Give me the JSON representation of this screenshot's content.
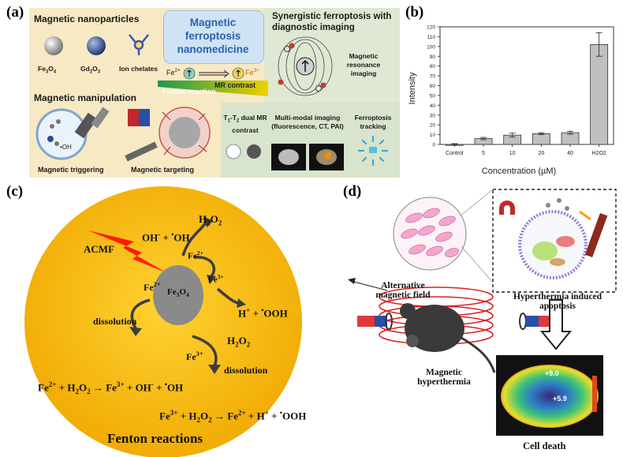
{
  "panel_a": {
    "label": "(a)",
    "nanoparticles_title": "Magnetic nanoparticles",
    "np_items": [
      "Fe3O4",
      "Gd2O3",
      "Ion chelates"
    ],
    "center_title": "Magnetic ferroptosis nanomedicine",
    "synergy_title": "Synergistic ferroptosis with diagnostic imaging",
    "mri_label": "Magnetic resonance imaging",
    "fe2": "Fe2+",
    "fe3": "Fe3+",
    "fenton_label": "Fenton reaction",
    "mr_contrast": "MR contrast",
    "manipulation_title": "Magnetic manipulation",
    "oh_label": "•OH",
    "triggering": "Magnetic triggering",
    "targeting": "Magnetic targeting",
    "t1t2": "T1-T2 dual MR contrast",
    "multimodal": "Multi-modal imaging (fluorescence, CT, PAI)",
    "tracking": "Ferroptosis tracking"
  },
  "panel_b": {
    "label": "(b)"
  },
  "chart_data": {
    "type": "bar",
    "categories": [
      "Control",
      "5",
      "10",
      "20",
      "40",
      "H2O2"
    ],
    "values": [
      0,
      6,
      9.5,
      11,
      12,
      102
    ],
    "errors": [
      0.8,
      1.2,
      2,
      1,
      1.5,
      12
    ],
    "ylabel": "Intensity",
    "xlabel": "Concentration (µM)",
    "ylim": [
      0,
      120
    ],
    "yticks": [
      0,
      10,
      20,
      30,
      40,
      50,
      60,
      70,
      80,
      90,
      100,
      110,
      120
    ],
    "bar_color": "#c0c0c0",
    "grid": false
  },
  "panel_c": {
    "label": "(c)",
    "acmf": "ACMF",
    "center": "Fe3O4",
    "oh_top": "OH- + •OH",
    "h2o2_top": "H2O2",
    "fe2_small": "Fe2+",
    "fe3_small": "Fe3+",
    "fe2_left": "Fe2+",
    "hooh": "H+ + •OOH",
    "h2o2_mid": "H2O2",
    "dissolution_left": "dissolution",
    "fe3_bottom": "Fe3+",
    "dissolution_right": "dissolution",
    "eq1": "Fe2+ + H2O2 → Fe3+ + OH- + •OH",
    "eq2": "Fe3+ + H2O2 → Fe2+ + H+ + •OOH",
    "title": "Fenton reactions",
    "colors": {
      "circle": "#f5b800",
      "core": "#8a8a8a",
      "bolt": "#ff1a00"
    }
  },
  "panel_d": {
    "label": "(d)",
    "field_label": "Alternative magnetic field",
    "apoptosis": "Hyperthermia induced apoptosis",
    "hyperthermia": "Magnetic hyperthermia",
    "cell_death": "Cell death",
    "thermal_t1": "+9.0",
    "thermal_t2": "+5.9"
  }
}
